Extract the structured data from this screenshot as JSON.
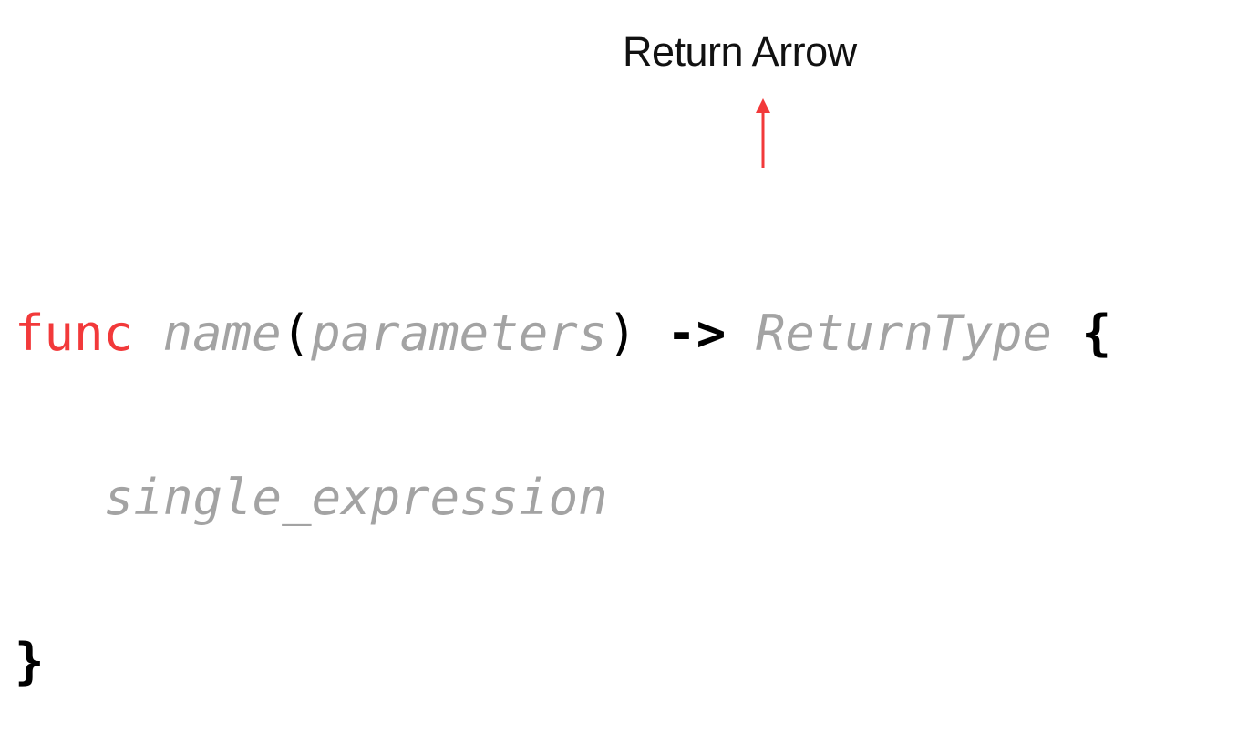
{
  "annotation": {
    "label": "Return Arrow",
    "arrow_color": "#f2393a"
  },
  "code": {
    "keyword": "func",
    "name": "name",
    "open_paren": "(",
    "parameters": "parameters",
    "close_paren": ")",
    "return_arrow": "->",
    "return_type": "ReturnType",
    "open_brace": "{",
    "body": "single_expression",
    "close_brace": "}"
  },
  "colors": {
    "keyword": "#f2393a",
    "placeholder": "#a3a3a3",
    "syntax": "#000000"
  }
}
